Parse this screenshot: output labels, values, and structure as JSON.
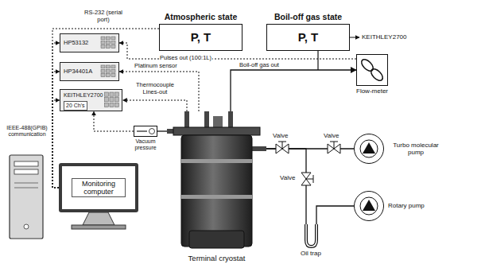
{
  "diagram": {
    "nodes": [
      {
        "text": [
          "Atmospheric state",
          "P, T"
        ]
      },
      {
        "text": [
          "Boil-off gas state",
          "P, T"
        ]
      },
      {
        "text": [
          "HP53132"
        ]
      },
      {
        "text": [
          "HP34401A"
        ]
      },
      {
        "text": [
          "KEITHLEY2700",
          "20 Ch's"
        ]
      },
      {
        "text": [
          "Flow-meter"
        ]
      },
      {
        "text": [
          "Vacuum pressure"
        ]
      },
      {
        "text": [
          "Monitoring computer"
        ]
      },
      {
        "text": [
          "Terminal cryostat"
        ]
      },
      {
        "text": [
          "Turbo molecular pump"
        ]
      },
      {
        "text": [
          "Rotary pump"
        ]
      },
      {
        "text": [
          "Oil trap"
        ]
      }
    ],
    "edges": [
      {
        "from": 0,
        "to": 7,
        "arrow": "none",
        "label": "RS-232 (serial port)"
      },
      {
        "from": 7,
        "to": 2,
        "arrow": "to"
      },
      {
        "from": 7,
        "to": 3,
        "arrow": "to"
      },
      {
        "from": 7,
        "to": 4,
        "arrow": "to"
      },
      {
        "from": 5,
        "to": 2,
        "arrow": "to",
        "label": "Pulses out (100:1L)"
      },
      {
        "from": 8,
        "to": 3,
        "arrow": "to",
        "label": "Platinum sensor"
      },
      {
        "from": 8,
        "to": 4,
        "arrow": "to",
        "label": "Thermocouple Lines-out"
      },
      {
        "from": 8,
        "to": 6,
        "arrow": "none"
      },
      {
        "from": 6,
        "to": 4,
        "arrow": "to"
      },
      {
        "from": 8,
        "to": 5,
        "arrow": "to",
        "label": "Boil-off gas out"
      },
      {
        "from": 8,
        "to": 9,
        "arrow": "none"
      },
      {
        "from": 8,
        "to": 11,
        "arrow": "none"
      },
      {
        "from": 11,
        "to": 10,
        "arrow": "none"
      }
    ],
    "labels": [
      "IEEE-488(GPIB) communication",
      "KEITHLEY2700",
      "Valve",
      "Valve",
      "Valve"
    ]
  }
}
